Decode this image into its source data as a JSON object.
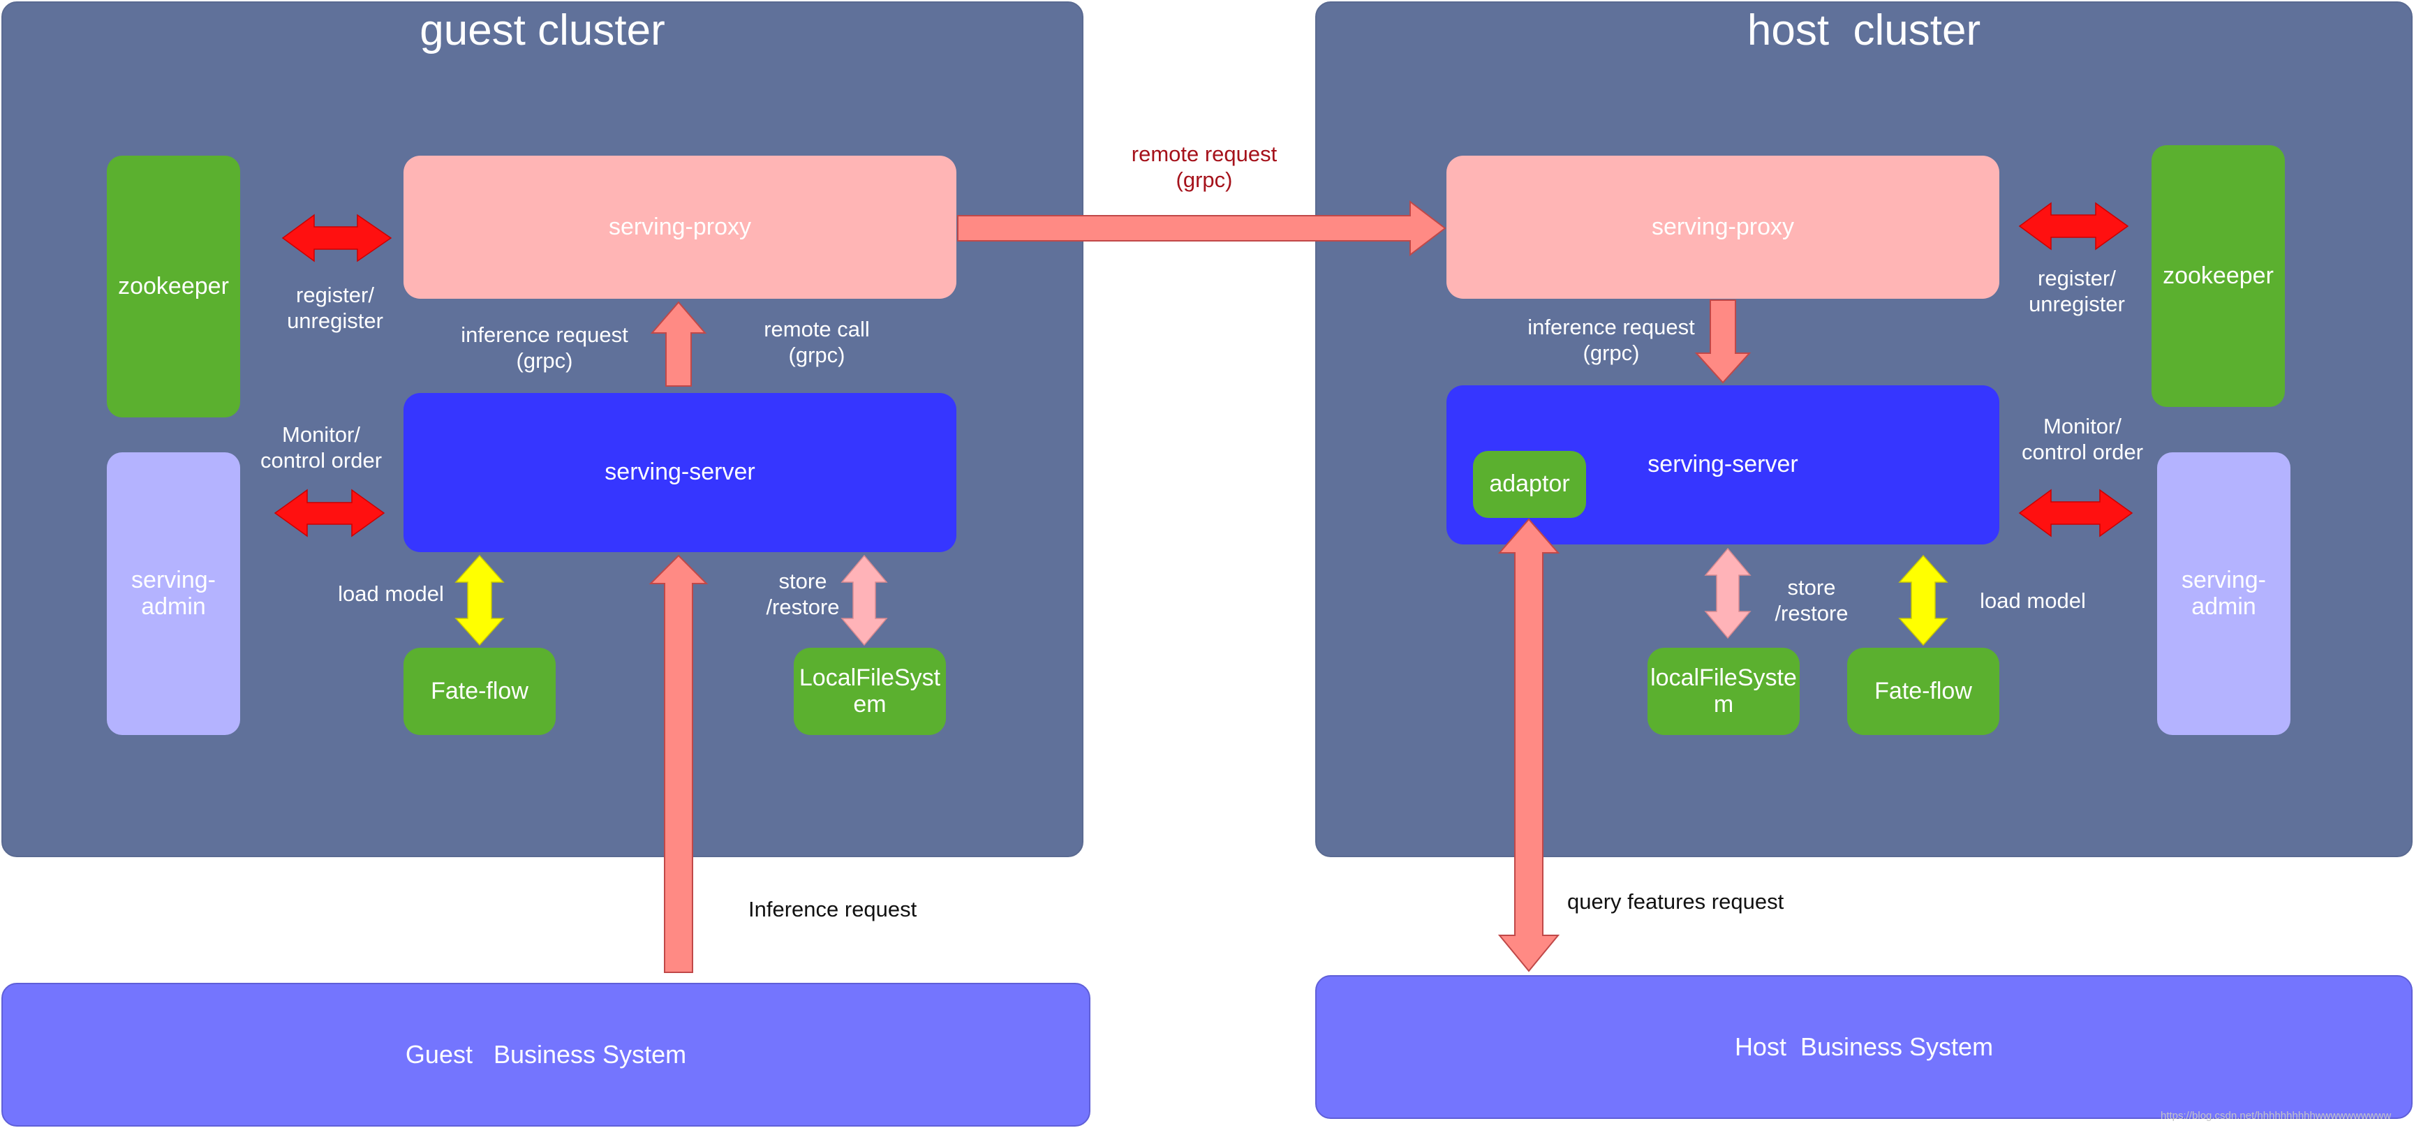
{
  "guest": {
    "title": "guest cluster",
    "proxy": "serving-proxy",
    "server": "serving-server",
    "zookeeper": "zookeeper",
    "admin": "serving-\nadmin",
    "fateflow": "Fate-flow",
    "localfs": "LocalFileSyst\nem",
    "register_label": "register/\nunregister",
    "monitor_label": "Monitor/\ncontrol order",
    "inference_label": "inference request\n(grpc)",
    "remote_call_label": "remote call\n(grpc)",
    "load_model_label": "load model",
    "store_label": "store\n/restore",
    "inference_request_label": "Inference request",
    "business": "Guest   Business System"
  },
  "host": {
    "title": "host  cluster",
    "proxy": "serving-proxy",
    "server": "serving-server",
    "adaptor": "adaptor",
    "zookeeper": "zookeeper",
    "admin": "serving-\nadmin",
    "fateflow": "Fate-flow",
    "localfs": "localFileSyste\nm",
    "register_label": "register/\nunregister",
    "monitor_label": "Monitor/\ncontrol order",
    "inference_label": "inference request\n(grpc)",
    "load_model_label": "load model",
    "store_label": "store\n/restore",
    "query_label": "query features request",
    "business": "Host  Business System"
  },
  "remote_request_label": "remote request\n(grpc)",
  "watermark": "https://blog.csdn.net/hhhhhhhhhhwwwwwwwwww",
  "colors": {
    "cluster": "#60719a",
    "proxy": "#ffb5b5",
    "server": "#3636ff",
    "green": "#5bb02f",
    "admin": "#b4b3ff",
    "business": "#7475fe",
    "arrow_salmon": "#ff8a84",
    "arrow_red": "#ff1010",
    "arrow_yellow": "#ffff00",
    "arrow_pink": "#ffb3b8"
  }
}
